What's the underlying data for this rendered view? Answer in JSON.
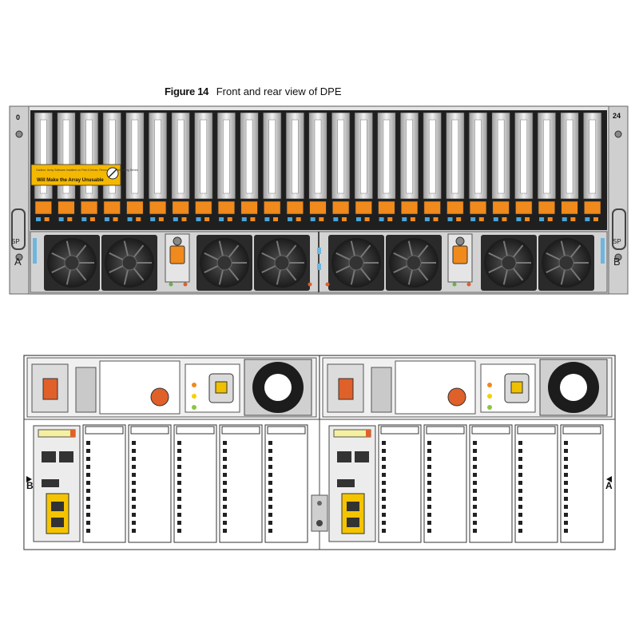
{
  "figure": {
    "label": "Figure 14",
    "title": "Front and rear view of DPE"
  },
  "front": {
    "slot_first": "0",
    "slot_last": "24",
    "drive_count": 25,
    "sp_left": "SP",
    "sp_left_id": "A",
    "sp_right": "SP",
    "sp_right_id": "B",
    "warning_label": "Will Make the Array Unusable"
  },
  "rear": {
    "left_sp": "B",
    "right_sp": "A"
  },
  "colors": {
    "drive_latch": "#f08a1c",
    "drive_led": "#4aa3d8",
    "warning_label": "#f5b800",
    "chassis": "#c8c8c8",
    "fan": "#1a1a1a",
    "sp_latch": "#f08a1c"
  }
}
